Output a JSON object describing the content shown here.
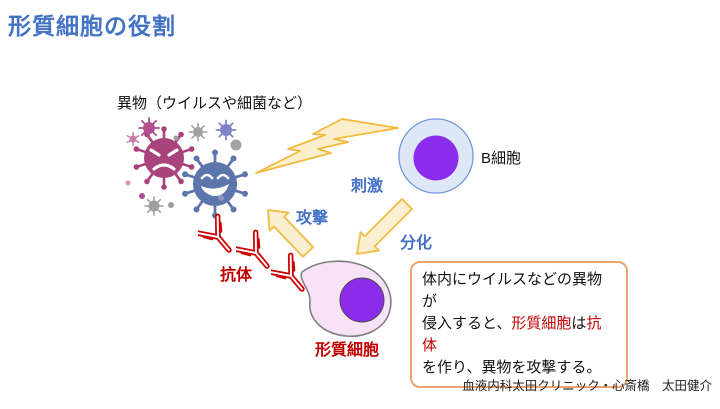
{
  "title": "形質細胞の役割",
  "diagram": {
    "foreign_label": "異物（ウイルスや細菌など）",
    "b_cell_label": "B細胞",
    "stimulus_label": "刺激",
    "attack_label": "攻撃",
    "differentiation_label": "分化",
    "antibody_label": "抗体",
    "plasma_cell_label": "形質細胞"
  },
  "infobox": {
    "line1": "体内にウイルスなどの異物が",
    "line2_pre": "侵入すると、",
    "line2_plasma": "形質細胞",
    "line2_mid": "は",
    "line2_antibody": "抗体",
    "line3": "を作り、異物を攻撃する。"
  },
  "footer": {
    "credit": "血液内科太田クリニック・心斎橋　太田健介"
  },
  "colors": {
    "accent_blue": "#4472C4",
    "emphasis_red": "#C00000",
    "virus_magenta": "#A8437D",
    "virus_blue": "#5C76AB",
    "virus_gray": "#A0A0A0",
    "cell_outer_blue": "#DDE7F6",
    "nucleus_purple": "#8B2BEB",
    "plasma_pink": "#F8E2F8",
    "arrow_cream": "#FBEFD2",
    "arrow_gold": "#F0C050",
    "infobox_border": "#EFA36D"
  }
}
